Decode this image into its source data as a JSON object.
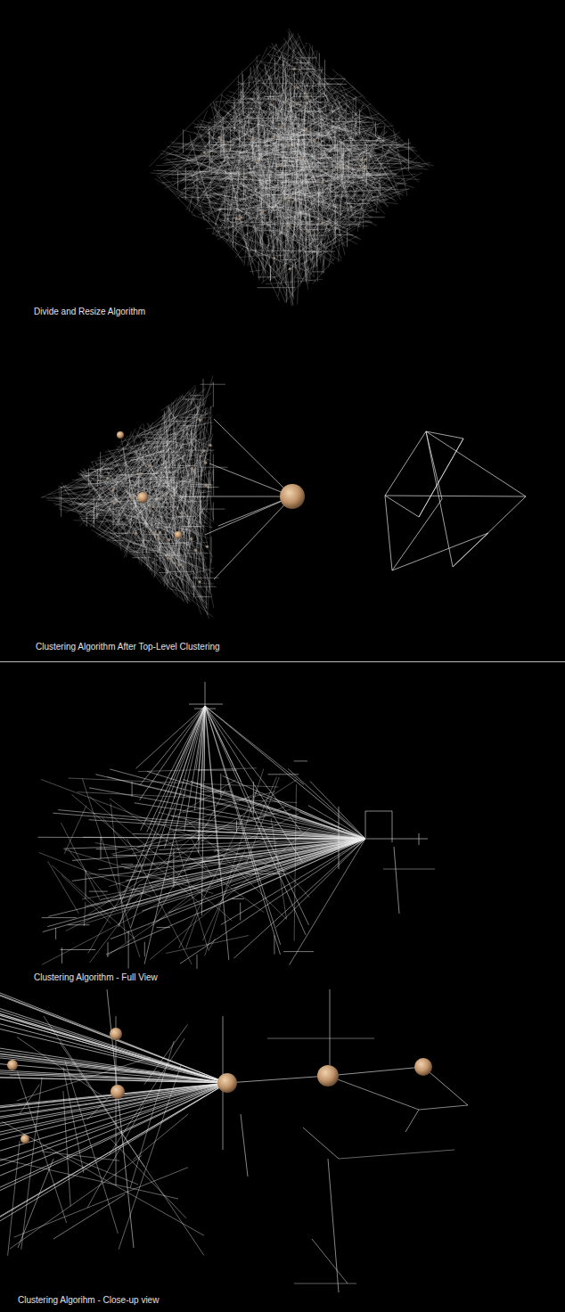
{
  "diagram": {
    "labels": [
      "Divide and Resize Algorithm",
      "Clustering Algorithm After Top-Level Clustering",
      "Clustering Algorithm - Full View",
      "Clustering Algorihm - Close-up view"
    ]
  }
}
